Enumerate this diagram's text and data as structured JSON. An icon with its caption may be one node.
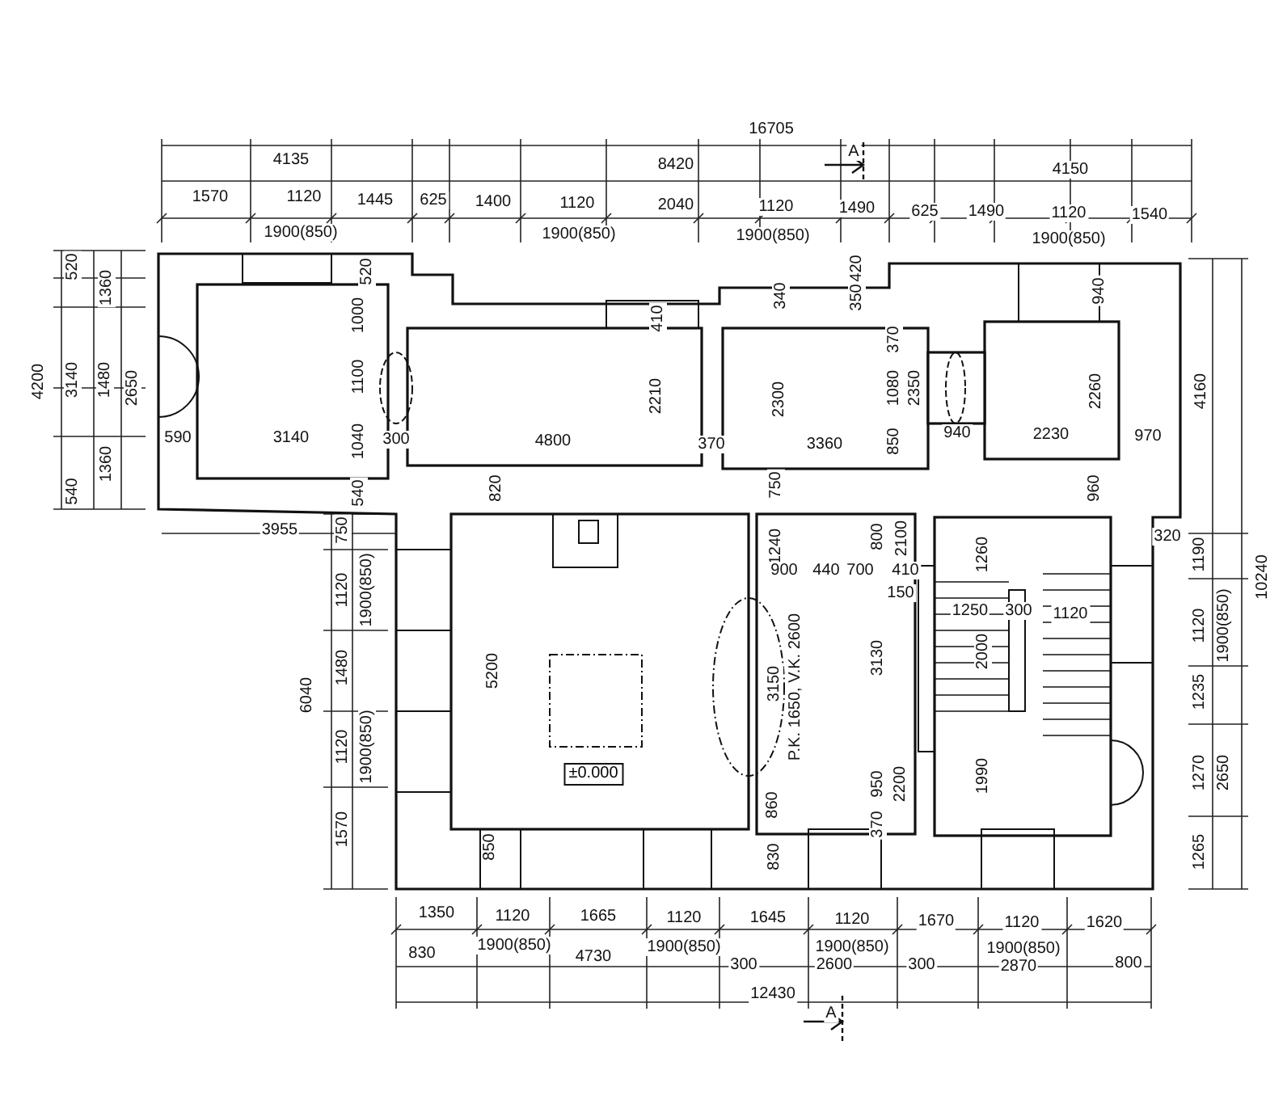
{
  "diagram": {
    "nodes": [
      {
        "text": [
          "±0.000"
        ]
      }
    ],
    "labels": [
      "16705",
      "4135",
      "8420",
      "A",
      "4150",
      "1570",
      "1120",
      "1445",
      "625",
      "1400",
      "1120",
      "2040",
      "1120",
      "1490",
      "625",
      "1490",
      "1120",
      "1540",
      "1900(850)",
      "1900(850)",
      "1900(850)",
      "1900(850)",
      "520",
      "1360",
      "4200",
      "3140",
      "1480",
      "2650",
      "1360",
      "540",
      "520",
      "1000",
      "410",
      "420",
      "340",
      "350",
      "940",
      "370",
      "1100",
      "2210",
      "2300",
      "1080",
      "2350",
      "2260",
      "4160",
      "1040",
      "590",
      "3140",
      "300",
      "4800",
      "370",
      "3360",
      "850",
      "940",
      "2230",
      "970",
      "540",
      "820",
      "750",
      "960",
      "3955",
      "750",
      "1240",
      "800",
      "2100",
      "320",
      "1260",
      "1190",
      "900",
      "440",
      "700",
      "410",
      "10240",
      "150",
      "1120",
      "1900(850)",
      "1250",
      "300",
      "1120",
      "1120",
      "1900(850)",
      "3130",
      "2000",
      "1480",
      "5200",
      "3150",
      "P.K. 1650, V.K. 2600",
      "6040",
      "1235",
      "1120",
      "1900(850)",
      "950",
      "2200",
      "1990",
      "1270",
      "2650",
      "860",
      "370",
      "1570",
      "850",
      "830",
      "1265",
      "1350",
      "1120",
      "1665",
      "1120",
      "1645",
      "1120",
      "1670",
      "1120",
      "1620",
      "830",
      "1900(850)",
      "4730",
      "1900(850)",
      "300",
      "2600",
      "1900(850)",
      "300",
      "2870",
      "1900(850)",
      "800",
      "12430",
      "A"
    ]
  }
}
